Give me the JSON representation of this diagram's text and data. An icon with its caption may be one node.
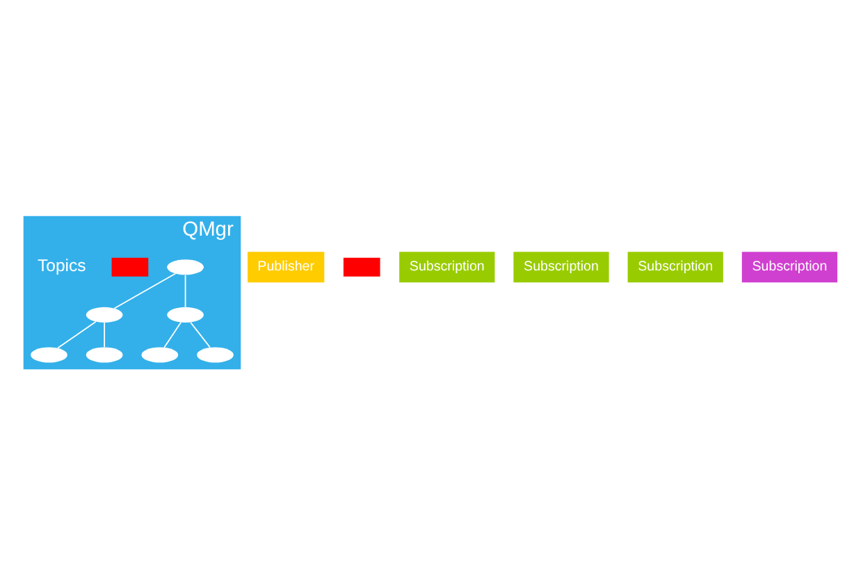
{
  "diagram": {
    "nodes": [
      {
        "text": [
          "QMgr"
        ]
      },
      {
        "text": [
          "Publisher"
        ]
      },
      {
        "text": [],
        "shape": "box"
      },
      {
        "text": [
          "Subscription"
        ]
      },
      {
        "text": [
          "Subscription"
        ]
      },
      {
        "text": [
          "Subscription"
        ]
      },
      {
        "text": [
          "Subscription"
        ]
      },
      {
        "text": [],
        "shape": "ellipse",
        "in": 0
      },
      {
        "text": [],
        "shape": "ellipse",
        "in": 0
      },
      {
        "text": [],
        "shape": "box",
        "in": 0
      },
      {
        "text": [],
        "shape": "ellipse",
        "in": 0
      },
      {
        "text": [],
        "shape": "ellipse",
        "in": 0
      },
      {
        "text": [],
        "shape": "ellipse",
        "in": 0
      },
      {
        "text": [],
        "shape": "ellipse",
        "in": 0
      },
      {
        "text": [],
        "shape": "ellipse",
        "in": 0
      }
    ],
    "edges": [
      {
        "from": 7,
        "to": 8,
        "arrow": "none"
      },
      {
        "from": 7,
        "to": 10,
        "arrow": "none"
      },
      {
        "from": 8,
        "to": 11,
        "arrow": "none"
      },
      {
        "from": 8,
        "to": 12,
        "arrow": "none"
      },
      {
        "from": 10,
        "to": 13,
        "arrow": "none"
      },
      {
        "from": 10,
        "to": 14,
        "arrow": "none"
      }
    ],
    "labels": [
      "Topics"
    ]
  }
}
